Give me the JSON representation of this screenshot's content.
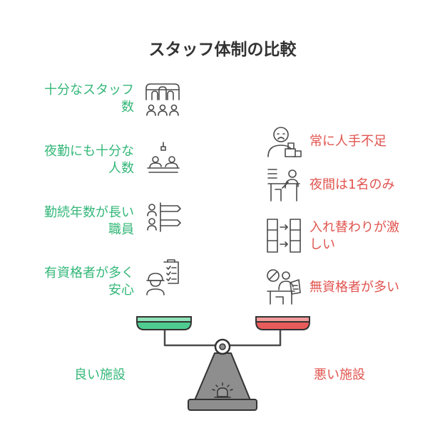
{
  "title": "スタッフ体制の比較",
  "good": {
    "caption": "良い施設",
    "color": "#34b779",
    "items": [
      {
        "line1": "十分なスタッフ",
        "line2": "数",
        "icon": "people-under-arches-icon"
      },
      {
        "line1": "夜勤にも十分な",
        "line2": "人数",
        "icon": "night-shift-desk-icon"
      },
      {
        "line1": "勤続年数が長い",
        "line2": "職員",
        "icon": "staff-signpost-icon"
      },
      {
        "line1": "有資格者が多く",
        "line2": "安心",
        "icon": "qualified-worker-checklist-icon"
      }
    ]
  },
  "bad": {
    "caption": "悪い施設",
    "color": "#e0544f",
    "items": [
      {
        "line1": "常に人手不足",
        "line2": "",
        "icon": "worried-person-boxes-icon"
      },
      {
        "line1": "夜間は1名のみ",
        "line2": "",
        "icon": "lone-worker-desk-icon"
      },
      {
        "line1": "入れ替わりが激",
        "line2": "しい",
        "icon": "swap-arrows-icon"
      },
      {
        "line1": "無資格者が多い",
        "line2": "",
        "icon": "unqualified-worker-icon"
      }
    ]
  }
}
